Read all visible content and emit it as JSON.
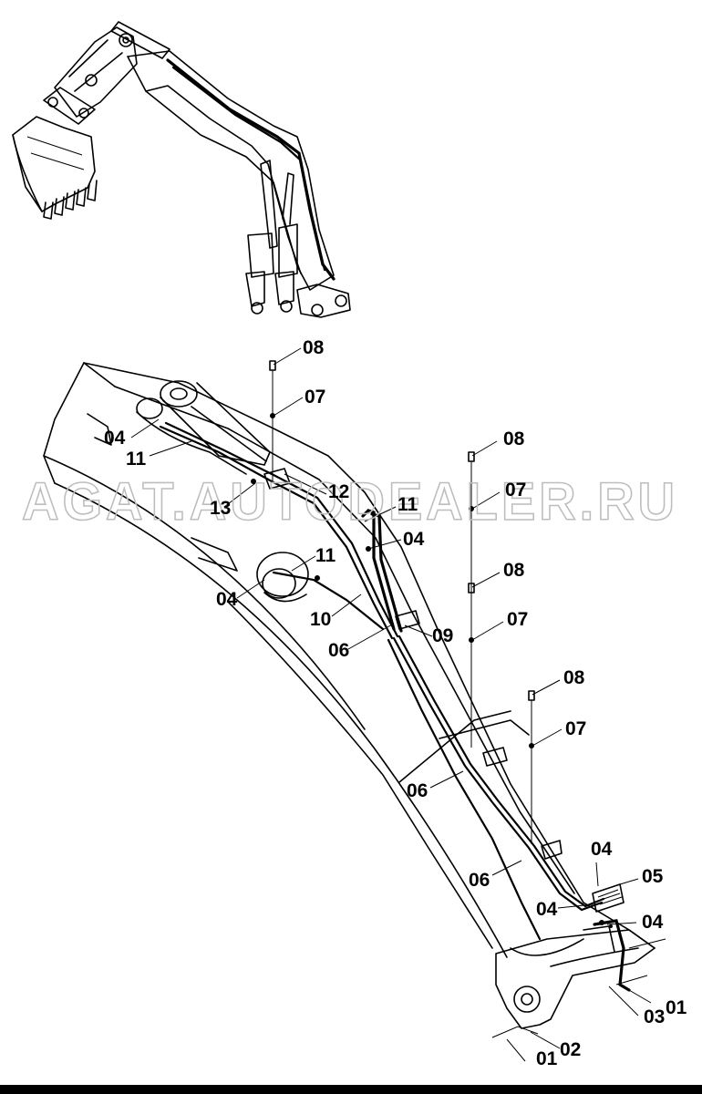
{
  "watermark": "AGAT.AUTODEALER.RU",
  "callouts": {
    "c01a": "01",
    "c02": "02",
    "c01b": "01",
    "c03": "03",
    "c04a": "04",
    "c11a": "11",
    "c13": "13",
    "c12": "12",
    "c11b": "11",
    "c04b": "04",
    "c11c": "11",
    "c04c": "04",
    "c10": "10",
    "c06a": "06",
    "c09": "09",
    "c06b": "06",
    "c06c": "06",
    "c04d": "04",
    "c04e": "04",
    "c04f": "04",
    "c05": "05",
    "c08a": "08",
    "c07a": "07",
    "c08b": "08",
    "c07b": "07",
    "c08c": "08",
    "c07c": "07",
    "c08d": "08",
    "c07d": "07"
  }
}
